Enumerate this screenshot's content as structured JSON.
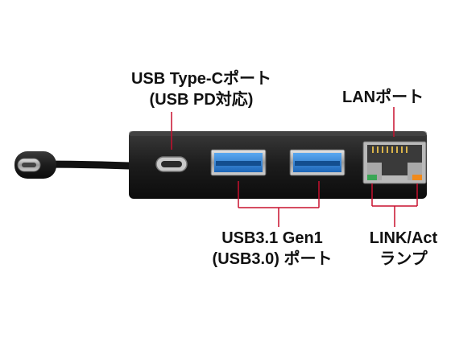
{
  "labels": {
    "typec_line1": "USB Type-Cポート",
    "typec_line2": "(USB PD対応)",
    "lan": "LANポート",
    "usb_line1": "USB3.1 Gen1",
    "usb_line2": "(USB3.0) ポート",
    "link_line1": "LINK/Act",
    "link_line2": "ランプ"
  },
  "colors": {
    "callout_line": "#c8102e",
    "body": "#222222",
    "usb_port": "#2a7fd4",
    "led_link": "#3aa655",
    "led_act": "#f08a1c"
  },
  "icons": [
    "usb-c-plug-icon",
    "usb-c-port-icon",
    "usb-a-port-icon",
    "rj45-port-icon",
    "led-icon"
  ]
}
